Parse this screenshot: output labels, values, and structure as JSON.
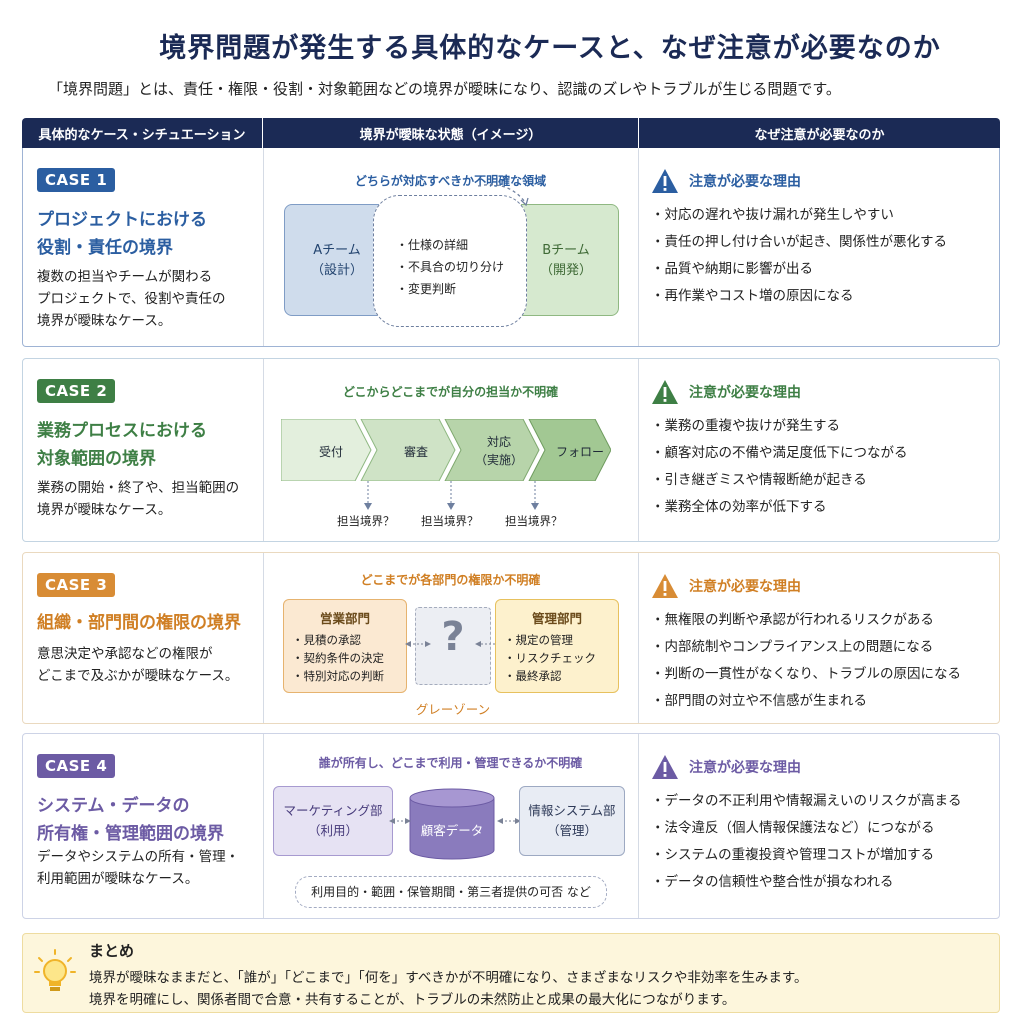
{
  "title": "境界問題が発生する具体的なケースと、なぜ注意が必要なのか",
  "intro": "「境界問題」とは、責任・権限・役割・対象範囲などの境界が曖昧になり、認識のズレやトラブルが生じる問題です。",
  "columns": [
    "具体的なケース・シチュエーション",
    "境界が曖昧な状態（イメージ）",
    "なぜ注意が必要なのか"
  ],
  "reason_heading": "注意が必要な理由",
  "cases": [
    {
      "badge": "CASE 1",
      "title": [
        "プロジェクトにおける",
        "役割・責任の境界"
      ],
      "desc": [
        "複数の担当やチームが関わる",
        "プロジェクトで、役割や責任の",
        "境界が曖昧なケース。"
      ],
      "caption": "どちらが対応すべきか不明確な領域",
      "team_a": [
        "Aチーム",
        "（設計）"
      ],
      "team_b": [
        "Bチーム",
        "（開発）"
      ],
      "overlap_items": [
        "仕様の詳細",
        "不具合の切り分け",
        "変更判断"
      ],
      "reasons": [
        "対応の遅れや抜け漏れが発生しやすい",
        "責任の押し付け合いが起き、関係性が悪化する",
        "品質や納期に影響が出る",
        "再作業やコスト増の原因になる"
      ]
    },
    {
      "badge": "CASE 2",
      "title": [
        "業務プロセスにおける",
        "対象範囲の境界"
      ],
      "desc": [
        "業務の開始・終了や、担当範囲の",
        "境界が曖昧なケース。"
      ],
      "caption": "どこからどこまでが自分の担当か不明確",
      "steps": [
        "受付",
        "審査",
        "対応",
        "（実施）",
        "フォロー"
      ],
      "boundary_label": "担当境界？",
      "reasons": [
        "業務の重複や抜けが発生する",
        "顧客対応の不備や満足度低下につながる",
        "引き継ぎミスや情報断絶が起きる",
        "業務全体の効率が低下する"
      ]
    },
    {
      "badge": "CASE 3",
      "title": [
        "組織・部門間の権限の境界"
      ],
      "desc": [
        "意思決定や承認などの権限が",
        "どこまで及ぶかが曖昧なケース。"
      ],
      "caption": "どこまでが各部門の権限か不明確",
      "dept_sales": {
        "title": "営業部門",
        "items": [
          "見積の承認",
          "契約条件の決定",
          "特別対応の判断"
        ]
      },
      "dept_mgmt": {
        "title": "管理部門",
        "items": [
          "規定の管理",
          "リスクチェック",
          "最終承認"
        ]
      },
      "qmark": "?",
      "grey_zone": "グレーゾーン",
      "reasons": [
        "無権限の判断や承認が行われるリスクがある",
        "内部統制やコンプライアンス上の問題になる",
        "判断の一貫性がなくなり、トラブルの原因になる",
        "部門間の対立や不信感が生まれる"
      ]
    },
    {
      "badge": "CASE 4",
      "title": [
        "システム・データの",
        "所有権・管理範囲の境界"
      ],
      "desc": [
        "データやシステムの所有・管理・",
        "利用範囲が曖昧なケース。"
      ],
      "caption": "誰が所有し、どこまで利用・管理できるか不明確",
      "marketing": [
        "マーケティング部",
        "（利用）"
      ],
      "database": "顧客データ",
      "infosys": [
        "情報システム部",
        "（管理）"
      ],
      "scope": "利用目的・範囲・保管期間・第三者提供の可否 など",
      "reasons": [
        "データの不正利用や情報漏えいのリスクが高まる",
        "法令違反（個人情報保護法など）につながる",
        "システムの重複投資や管理コストが増加する",
        "データの信頼性や整合性が損なわれる"
      ]
    }
  ],
  "summary": {
    "title": "まとめ",
    "lines": [
      "境界が曖昧なままだと、「誰が」「どこまで」「何を」すべきかが不明確になり、さまざまなリスクや非効率を生みます。",
      "境界を明確にし、関係者間で合意・共有することが、トラブルの未然防止と成果の最大化につながります。"
    ]
  },
  "colors": {
    "navy": "#1b2a55",
    "case1": "#2b5ea1",
    "case2": "#3e7f45",
    "case3": "#d88c35",
    "case4": "#6c5ba4"
  }
}
